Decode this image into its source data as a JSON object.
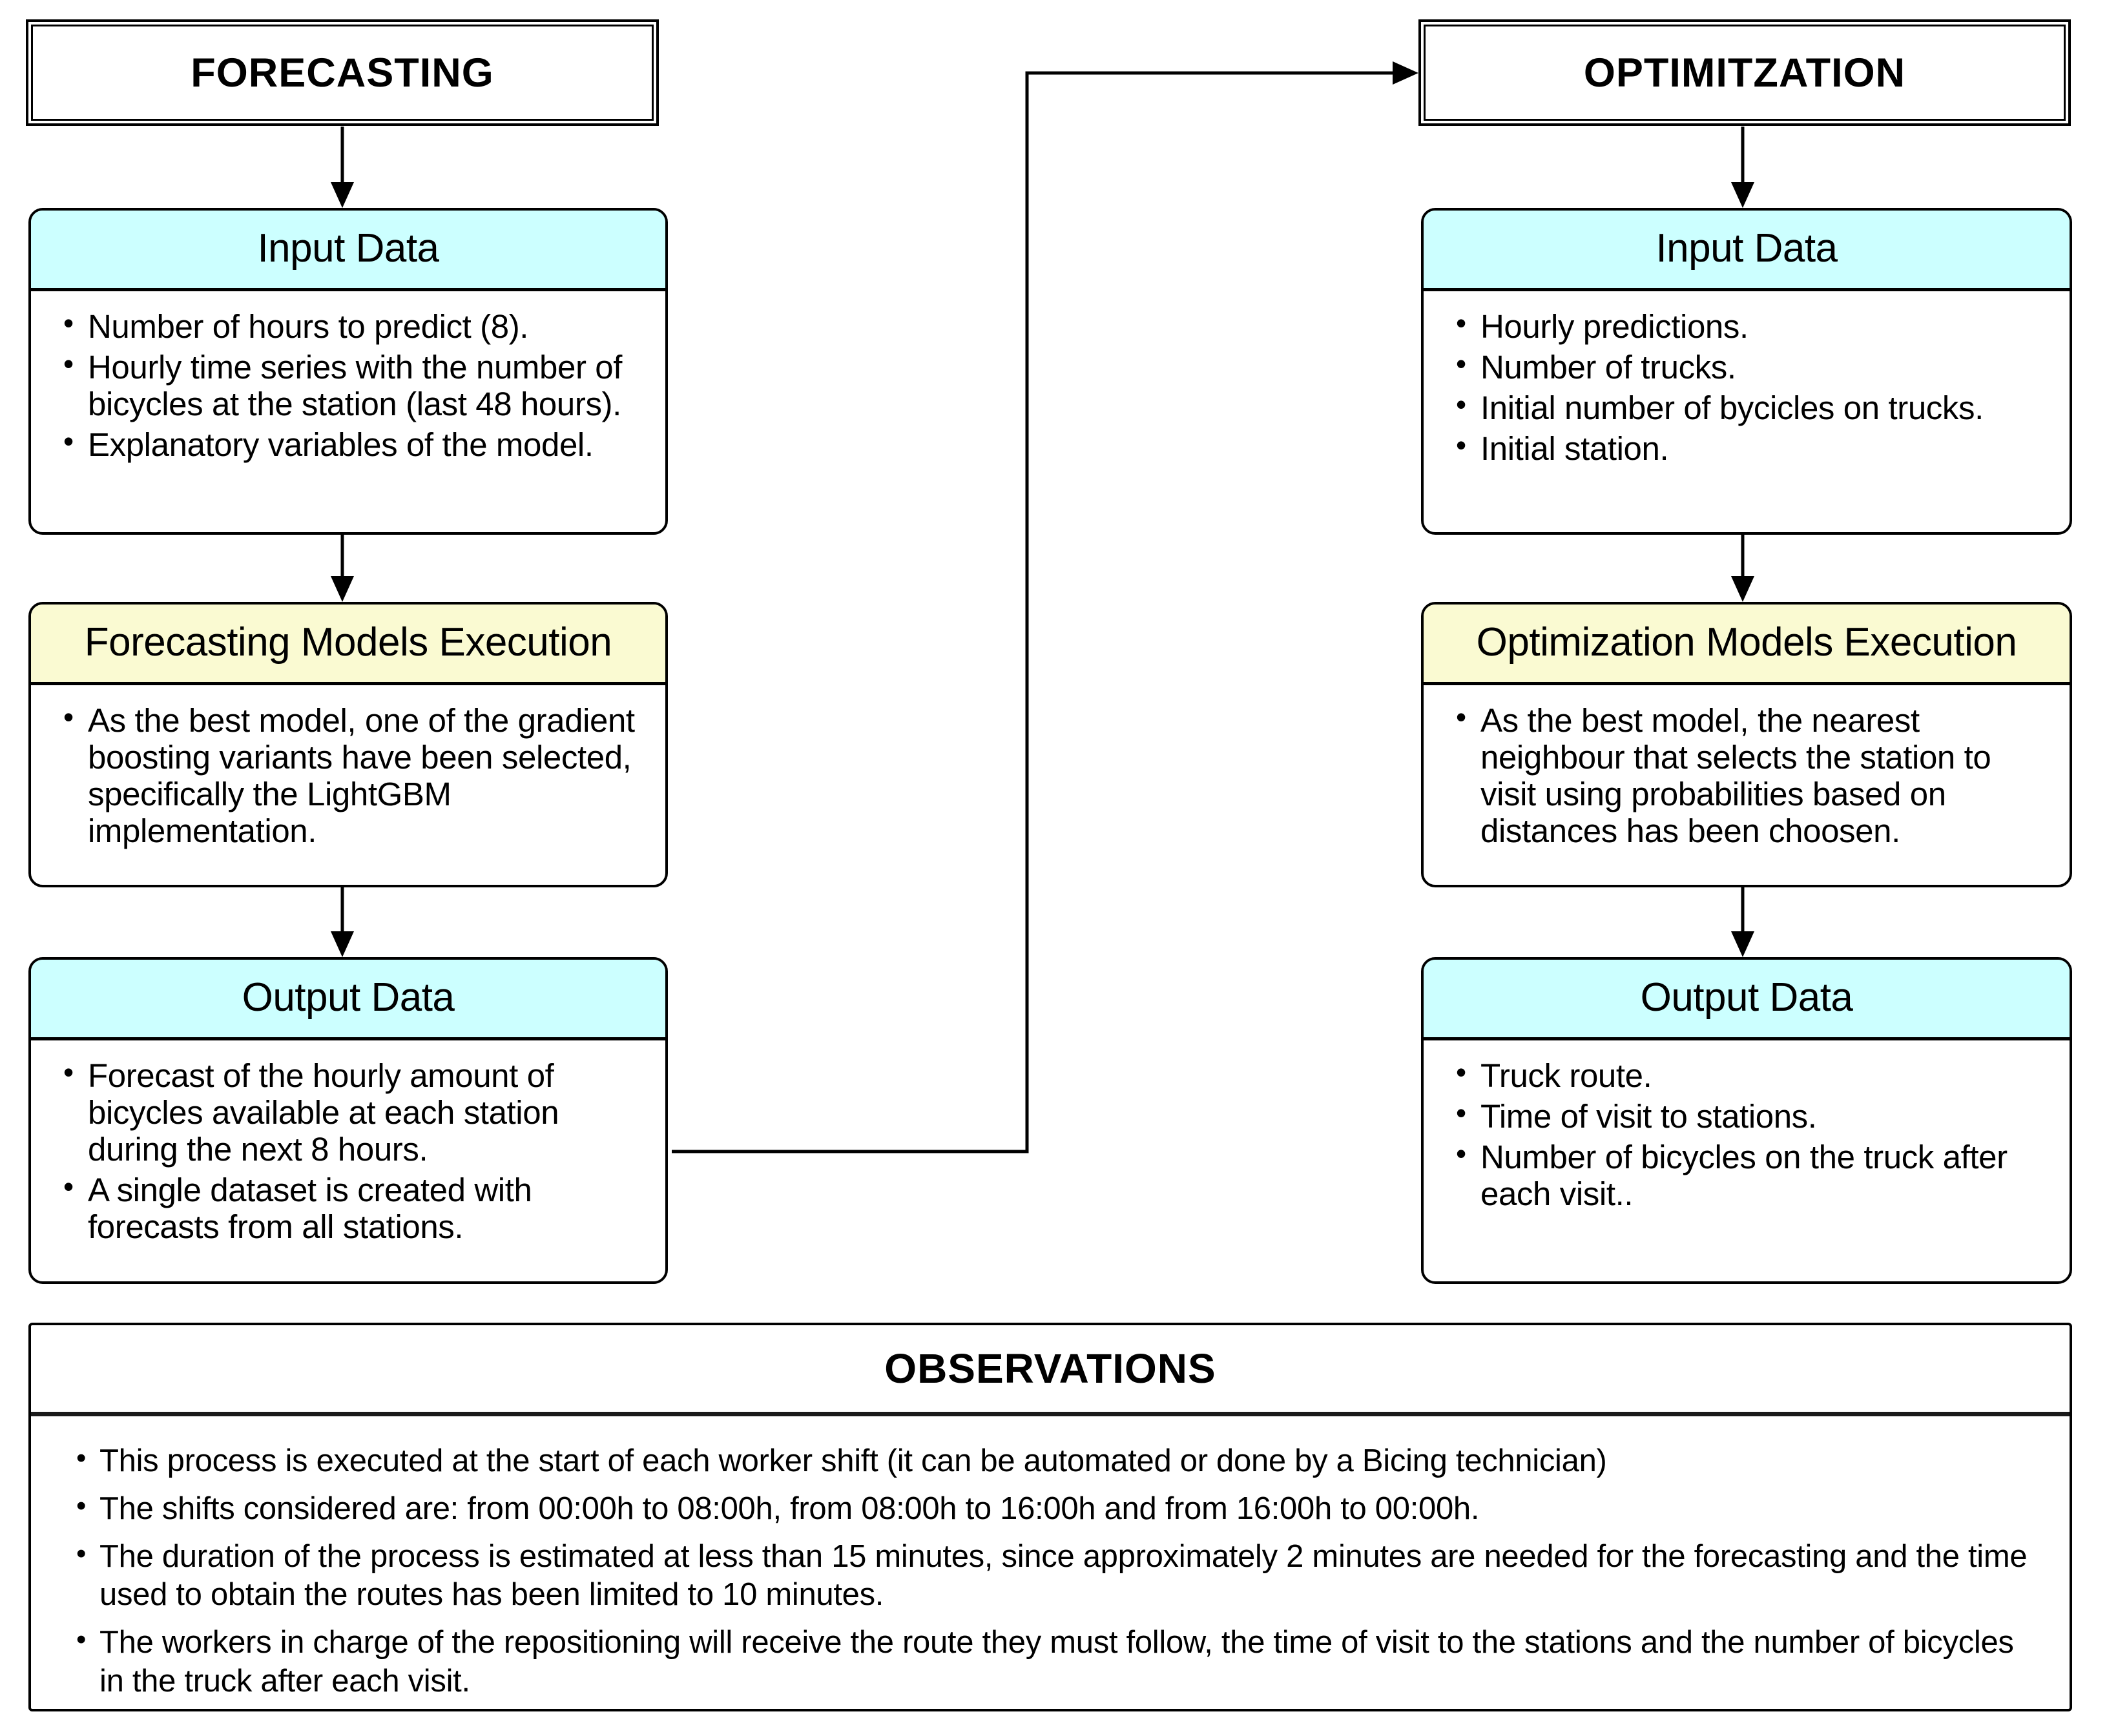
{
  "diagram": {
    "title_forecasting": "FORECASTING",
    "title_optimization": "OPTIMITZATION",
    "colors": {
      "data_header": "#ccffff",
      "model_header": "#fafad2",
      "outline": "#000000",
      "background": "#ffffff"
    }
  },
  "forecasting": {
    "phase_label": "FORECASTING",
    "input": {
      "header": "Input Data",
      "bullets": [
        "Number of hours to predict (8).",
        "Hourly time series with the number of bicycles at the station (last 48 hours).",
        "Explanatory variables of the model."
      ]
    },
    "models": {
      "header": "Forecasting Models Execution",
      "bullets": [
        "As the best model, one of the gradient boosting variants have been selected, specifically the LightGBM implementation."
      ]
    },
    "output": {
      "header": "Output Data",
      "bullets": [
        "Forecast of the hourly amount of bicycles available at each station during the next 8 hours.",
        "A single dataset is created with forecasts from all stations."
      ]
    }
  },
  "optimization": {
    "phase_label": "OPTIMITZATION",
    "input": {
      "header": "Input Data",
      "bullets": [
        "Hourly predictions.",
        "Number of trucks.",
        "Initial number of bycicles on trucks.",
        "Initial station."
      ]
    },
    "models": {
      "header": "Optimization Models Execution",
      "bullets": [
        "As the best model, the nearest neighbour that selects the station to visit using probabilities based on distances has been choosen."
      ]
    },
    "output": {
      "header": "Output Data",
      "bullets": [
        "Truck route.",
        "Time of visit to stations.",
        "Number of bicycles on the truck after each visit.."
      ]
    }
  },
  "observations": {
    "title": "OBSERVATIONS",
    "bullets": [
      "This process is executed at the start of each worker shift (it can be automated or done by a Bicing technician)",
      "The shifts considered are: from 00:00h to 08:00h, from 08:00h to 16:00h and from 16:00h to 00:00h.",
      "The duration of the process is estimated at less than 15 minutes, since approximately 2 minutes are needed for the forecasting and the time used to obtain the routes has been limited to 10 minutes.",
      "The workers in charge of the repositioning will receive the route they must follow, the time of visit to the stations and the number of bicycles in the truck after each visit."
    ]
  }
}
